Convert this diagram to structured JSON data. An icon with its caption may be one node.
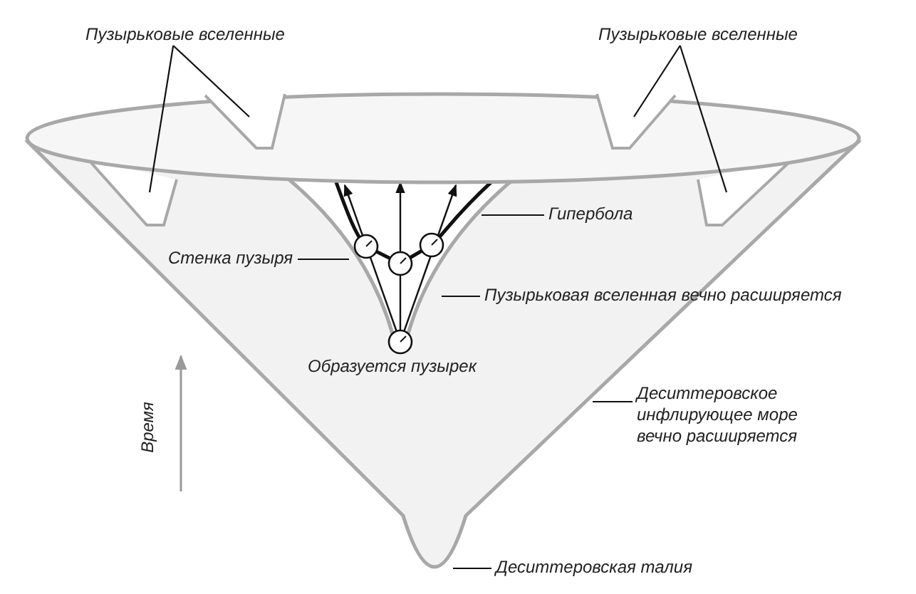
{
  "diagram": {
    "nodes": [
      {
        "text": [
          "Пузырьковые вселенные"
        ]
      },
      {
        "text": [
          "Пузырьковые вселенные"
        ]
      },
      {
        "text": [
          "Гипербола"
        ]
      },
      {
        "text": [
          "Стенка пузыря"
        ]
      },
      {
        "text": [
          "Пузырьковая вселенная вечно расширяется"
        ]
      },
      {
        "text": [
          "Деситтеровское инфлирующее море вечно расширяется"
        ]
      },
      {
        "text": [
          "Деситтеровская талия"
        ]
      }
    ],
    "edges": [
      {
        "from": 0,
        "to": null,
        "arrow": "none"
      },
      {
        "from": 0,
        "to": null,
        "arrow": "none"
      },
      {
        "from": 1,
        "to": null,
        "arrow": "none"
      },
      {
        "from": 1,
        "to": null,
        "arrow": "none"
      },
      {
        "from": 2,
        "to": null,
        "arrow": "none"
      },
      {
        "from": 3,
        "to": null,
        "arrow": "none"
      },
      {
        "from": 4,
        "to": null,
        "arrow": "none"
      },
      {
        "from": 5,
        "to": null,
        "arrow": "none"
      },
      {
        "from": 6,
        "to": null,
        "arrow": "none"
      }
    ],
    "labels": [
      "Образуется пузырек",
      "Время"
    ]
  }
}
